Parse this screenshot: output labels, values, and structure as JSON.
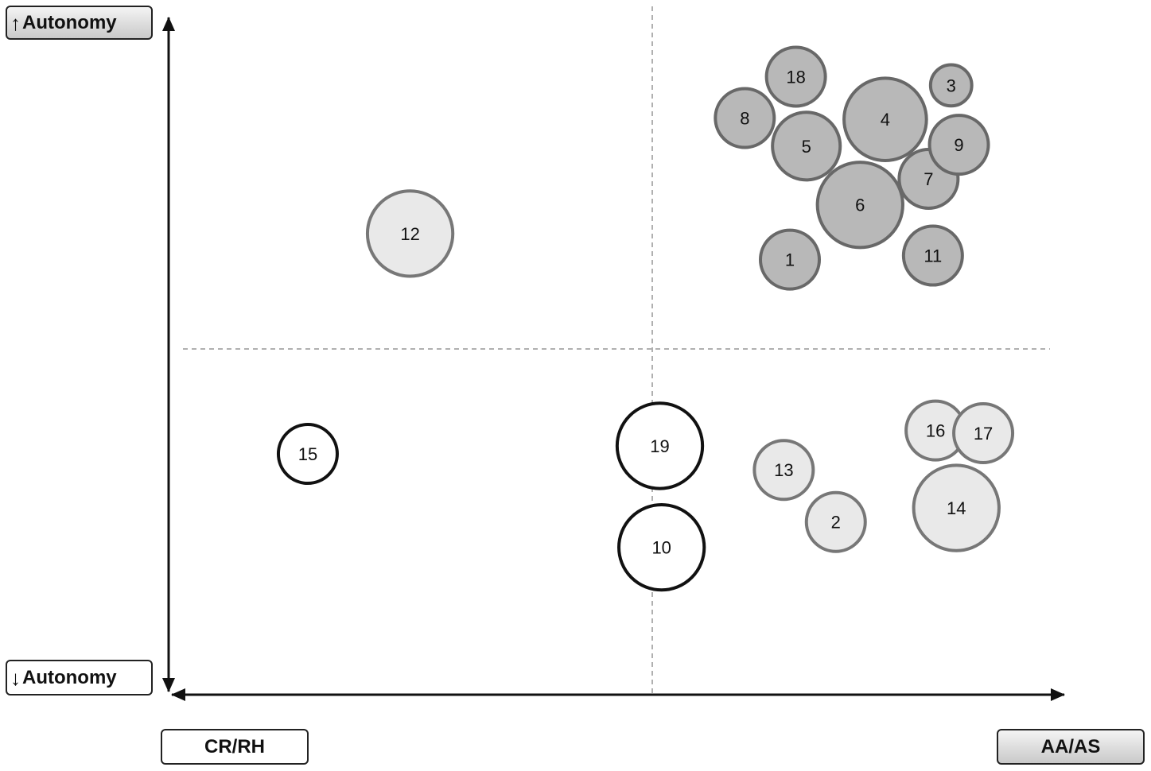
{
  "axis_labels": {
    "y_top": {
      "arrow": "↑",
      "text": "Autonomy"
    },
    "y_bottom": {
      "arrow": "↓",
      "text": "Autonomy"
    },
    "x_left": "CR/RH",
    "x_right": "AA/AS"
  },
  "colors": {
    "dark_fill": "#b8b8b8",
    "dark_stroke": "#686868",
    "light_fill": "#e9e9e9",
    "light_stroke": "#777777",
    "white_fill": "#ffffff",
    "black_stroke": "#111111",
    "divider": "#b0b0b0"
  },
  "chart_data": {
    "type": "bubble",
    "xlim": [
      0,
      100
    ],
    "ylim": [
      0,
      100
    ],
    "quadrant_dividers": {
      "x": 54.5,
      "y": 50
    },
    "grid": false,
    "points": [
      {
        "label": "1",
        "x": 70.0,
        "y": 63.5,
        "size": 1.0,
        "group": "dark"
      },
      {
        "label": "2",
        "x": 75.3,
        "y": 24.2,
        "size": 1.0,
        "group": "light"
      },
      {
        "label": "3",
        "x": 88.6,
        "y": 89.6,
        "size": 0.7,
        "group": "dark"
      },
      {
        "label": "4",
        "x": 81.0,
        "y": 84.5,
        "size": 1.4,
        "group": "dark"
      },
      {
        "label": "5",
        "x": 71.9,
        "y": 80.5,
        "size": 1.15,
        "group": "dark"
      },
      {
        "label": "6",
        "x": 78.1,
        "y": 71.7,
        "size": 1.45,
        "group": "dark"
      },
      {
        "label": "7",
        "x": 86.0,
        "y": 75.6,
        "size": 1.0,
        "group": "dark"
      },
      {
        "label": "8",
        "x": 64.8,
        "y": 84.7,
        "size": 1.0,
        "group": "dark"
      },
      {
        "label": "9",
        "x": 89.5,
        "y": 80.7,
        "size": 1.0,
        "group": "dark"
      },
      {
        "label": "10",
        "x": 55.2,
        "y": 20.4,
        "size": 1.45,
        "group": "white"
      },
      {
        "label": "11",
        "x": 86.5,
        "y": 64.1,
        "size": 1.0,
        "group": "dark"
      },
      {
        "label": "12",
        "x": 26.2,
        "y": 67.4,
        "size": 1.45,
        "group": "light"
      },
      {
        "label": "13",
        "x": 69.3,
        "y": 32.0,
        "size": 1.0,
        "group": "light"
      },
      {
        "label": "14",
        "x": 89.2,
        "y": 26.3,
        "size": 1.45,
        "group": "light"
      },
      {
        "label": "15",
        "x": 14.4,
        "y": 34.4,
        "size": 1.0,
        "group": "white"
      },
      {
        "label": "16",
        "x": 86.8,
        "y": 37.9,
        "size": 1.0,
        "group": "light"
      },
      {
        "label": "17",
        "x": 92.3,
        "y": 37.5,
        "size": 1.0,
        "group": "light"
      },
      {
        "label": "19",
        "x": 55.0,
        "y": 35.6,
        "size": 1.45,
        "group": "white"
      },
      {
        "label": "18",
        "x": 70.7,
        "y": 90.9,
        "size": 1.0,
        "group": "dark"
      }
    ]
  }
}
